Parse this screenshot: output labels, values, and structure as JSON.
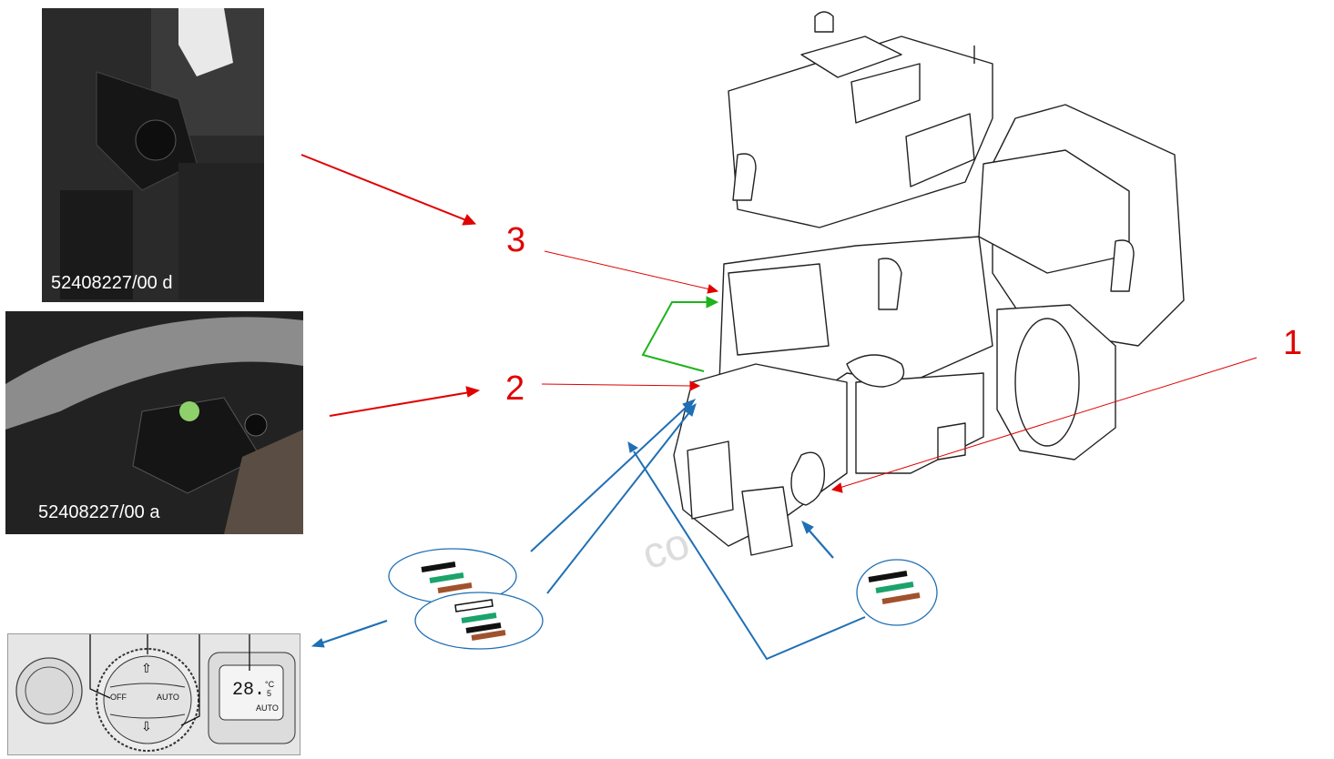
{
  "photos": {
    "top": {
      "caption": "52408227/00 d"
    },
    "bottom": {
      "caption": "52408227/00 a"
    }
  },
  "labels": {
    "one": "1",
    "two": "2",
    "three": "3"
  },
  "control_panel": {
    "knob_off": "OFF",
    "knob_auto": "AUTO",
    "lcd_temp": "28.",
    "lcd_unit": "°C",
    "lcd_decimal": "5",
    "lcd_auto": "AUTO"
  },
  "watermark": "co",
  "wire_colors": {
    "black": "#111111",
    "green": "#1aa36a",
    "brown": "#a0522d",
    "white": "#ffffff"
  },
  "arrow_colors": {
    "red": "#e00000",
    "green": "#1db31d",
    "blue": "#1f6fb4"
  }
}
